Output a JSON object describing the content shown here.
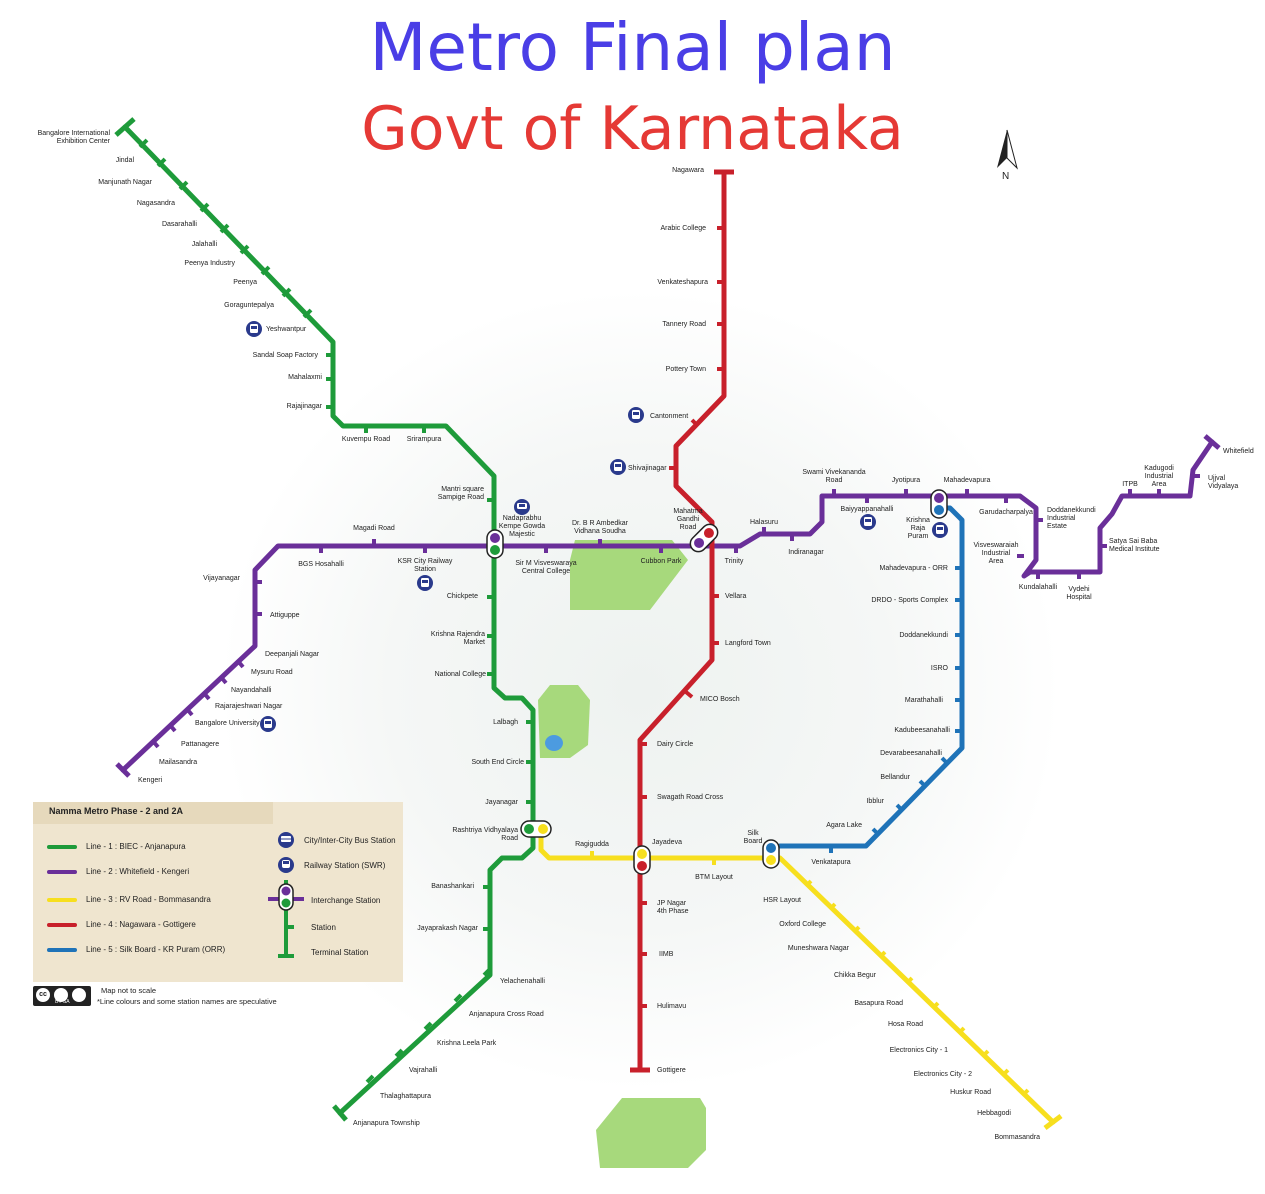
{
  "title": "Metro  Final plan",
  "subtitle": "Govt of Karnataka",
  "compass": "N",
  "colors": {
    "line1": "#1e9b3a",
    "line2": "#6a2f99",
    "line3": "#f7df1e",
    "line4": "#c8202b",
    "line5": "#1f73b8",
    "park": "#a7d97c",
    "water": "#4c9be0"
  },
  "legend": {
    "title": "Namma Metro Phase - 2 and 2A",
    "lines": [
      "Line - 1 : BIEC - Anjanapura",
      "Line - 2 : Whitefield - Kengeri",
      "Line - 3 : RV Road - Bommasandra",
      "Line - 4 : Nagawara - Gottigere",
      "Line - 5 : Silk Board - KR Puram (ORR)"
    ],
    "symbols": {
      "bus": "City/Inter-City Bus Station",
      "rail": "Railway Station (SWR)",
      "interchange": "Interchange Station",
      "station": "Station",
      "terminal": "Terminal Station"
    }
  },
  "notes": {
    "scale": "Map not to scale",
    "speculative": "*Line colours and some station names are speculative",
    "cc": "BY SA"
  },
  "stations": {
    "biec": "Bangalore International\nExhibition Center",
    "jindal": "Jindal",
    "manjunath": "Manjunath Nagar",
    "nagasandra": "Nagasandra",
    "dasarahalli": "Dasarahalli",
    "jalahalli": "Jalahalli",
    "peenya_ind": "Peenya Industry",
    "peenya": "Peenya",
    "goraguntepalya": "Goraguntepalya",
    "yeshwantpur": "Yeshwantpur",
    "sandal": "Sandal Soap Factory",
    "mahalaxmi": "Mahalaxmi",
    "rajajinagar": "Rajajinagar",
    "kuvempu": "Kuvempu Road",
    "srirampura": "Srirampura",
    "mantri": "Mantri square\nSampige Road",
    "majestic": "Nadaprabhu\nKempe Gowda\nMajestic",
    "chickpete": "Chickpete",
    "kr_market": "Krishna Rajendra\nMarket",
    "national_college": "National College",
    "lalbagh": "Lalbagh",
    "south_end": "South End Circle",
    "jayanagar": "Jayanagar",
    "rv_road": "Rashtriya Vidhyalaya\nRoad",
    "banashankari": "Banashankari",
    "jp_nagar_g": "Jayaprakash Nagar",
    "yelachenahalli": "Yelachenahalli",
    "anjanapura_cross": "Anjanapura Cross Road",
    "krishna_leela": "Krishna Leela Park",
    "vajrahalli": "Vajrahalli",
    "thalaghattapura": "Thalaghattapura",
    "anjanapura_township": "Anjanapura Township",
    "magadi": "Magadi Road",
    "bgs": "BGS Hosahalli",
    "ksr": "KSR City Railway\nStation",
    "vijayanagar": "Vijayanagar",
    "attiguppe": "Attiguppe",
    "deepanjali": "Deepanjali Nagar",
    "mysuru": "Mysuru Road",
    "nayandahalli": "Nayandahalli",
    "rr_nagar": "Rajarajeshwari Nagar",
    "bangalore_univ": "Bangalore University",
    "pattanagere": "Pattanagere",
    "mailasandra": "Mailasandra",
    "kengeri": "Kengeri",
    "vidhana": "Dr. B R Ambedkar\nVidhana Soudha",
    "visvesvaraya": "Sir M Visveswaraya\nCentral College",
    "cubbon": "Cubbon Park",
    "mg_road": "Mahatma\nGandhi\nRoad",
    "trinity": "Trinity",
    "halasuru": "Halasuru",
    "indiranagar": "Indiranagar",
    "swami": "Swami Vivekananda\nRoad",
    "baiyyappanahalli": "Baiyyappanahalli",
    "jyotipura": "Jyotipura",
    "mahadevapura": "Mahadevapura",
    "kr_puram": "Krishna\nRaja\nPuram",
    "garudacharpalya": "Garudacharpalya",
    "doddanekkundi_ie": "Doddanekkundi\nIndustrial\nEstate",
    "visveswaraiah": "Visveswaraiah\nIndustrial\nArea",
    "kundalahalli": "Kundalahalli",
    "vydehi": "Vydehi\nHospital",
    "satya_sai": "Satya Sai Baba\nMedical Institute",
    "itpb": "ITPB",
    "kadugodi": "Kadugodi\nIndustrial\nArea",
    "ujjval": "Ujjval\nVidyalaya",
    "whitefield": "Whitefield",
    "nagawara": "Nagawara",
    "arabic": "Arabic College",
    "venkateshapura": "Venkateshapura",
    "tannery": "Tannery Road",
    "pottery": "Pottery Town",
    "cantonment": "Cantonment",
    "shivajinagar": "Shivajinagar",
    "vellara": "Vellara",
    "langford": "Langford Town",
    "mico": "MICO Bosch",
    "dairy": "Dairy Circle",
    "swagath": "Swagath Road Cross",
    "jayadeva": "Jayadeva",
    "jp_nagar_4": "JP Nagar\n4th Phase",
    "iimb": "IIMB",
    "hulimavu": "Hulimavu",
    "gottigere": "Gottigere",
    "ragigudda": "Ragigudda",
    "btm": "BTM Layout",
    "silk_board": "Silk\nBoard",
    "hsr": "HSR Layout",
    "oxford": "Oxford College",
    "muneshwara": "Muneshwara Nagar",
    "chikka_begur": "Chikka Begur",
    "basapura": "Basapura Road",
    "hosa": "Hosa Road",
    "ecity1": "Electronics City - 1",
    "ecity2": "Electronics City - 2",
    "huskur": "Huskur Road",
    "hebbagodi": "Hebbagodi",
    "bommasandra": "Bommasandra",
    "venkatapura": "Venkatapura",
    "agara": "Agara Lake",
    "ibblur": "Ibblur",
    "bellandur": "Bellandur",
    "devarabeesanahalli": "Devarabeesanahalli",
    "kadubeesanahalli": "Kadubeesanahalli",
    "marathahalli": "Marathahalli",
    "isro": "ISRO",
    "doddanekkundi": "Doddanekkundi",
    "drdo": "DRDO - Sports Complex",
    "mahadevapura_orr": "Mahadevapura - ORR"
  }
}
